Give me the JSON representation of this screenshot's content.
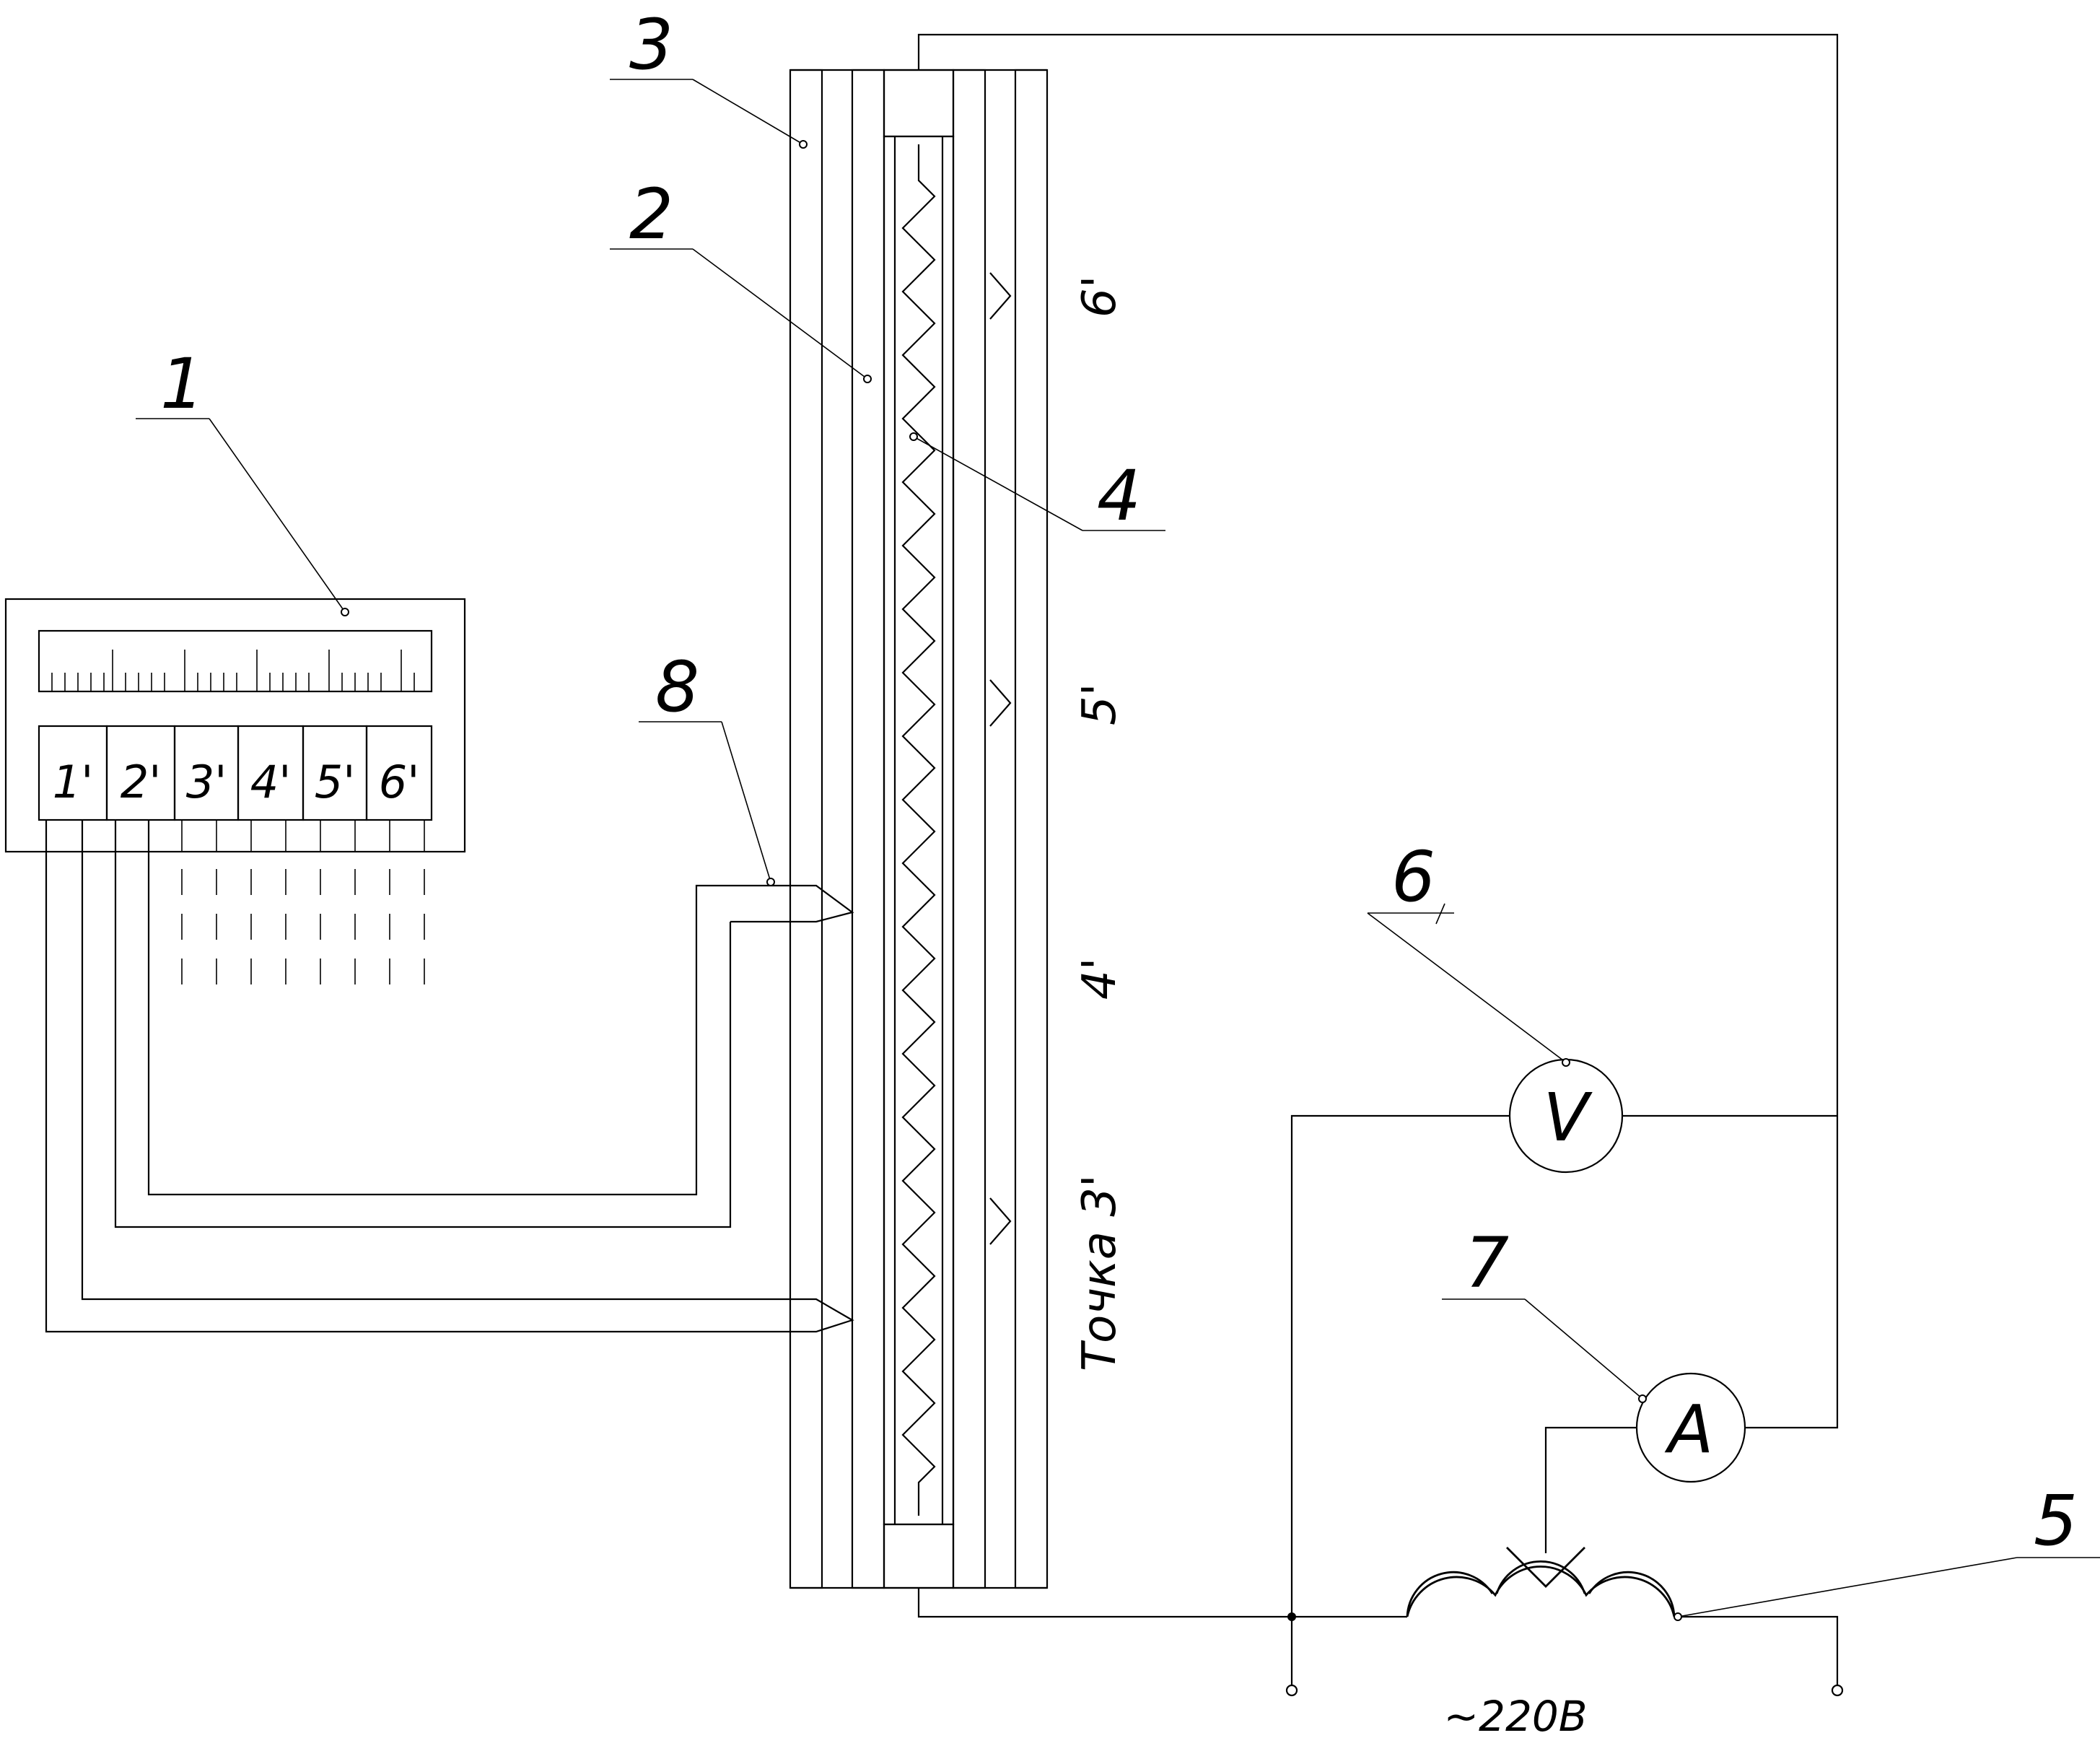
{
  "callouts": [
    "1",
    "2",
    "3",
    "4",
    "5",
    "6",
    "7",
    "8"
  ],
  "recorder": {
    "channels": [
      "1'",
      "2'",
      "3'",
      "4'",
      "5'",
      "6'"
    ]
  },
  "points": {
    "p3": "Точка  3'",
    "p4": "4'",
    "p5": "5'",
    "p6": "6'"
  },
  "meters": {
    "voltmeter": "V",
    "ammeter": "A"
  },
  "supply": "~220В"
}
